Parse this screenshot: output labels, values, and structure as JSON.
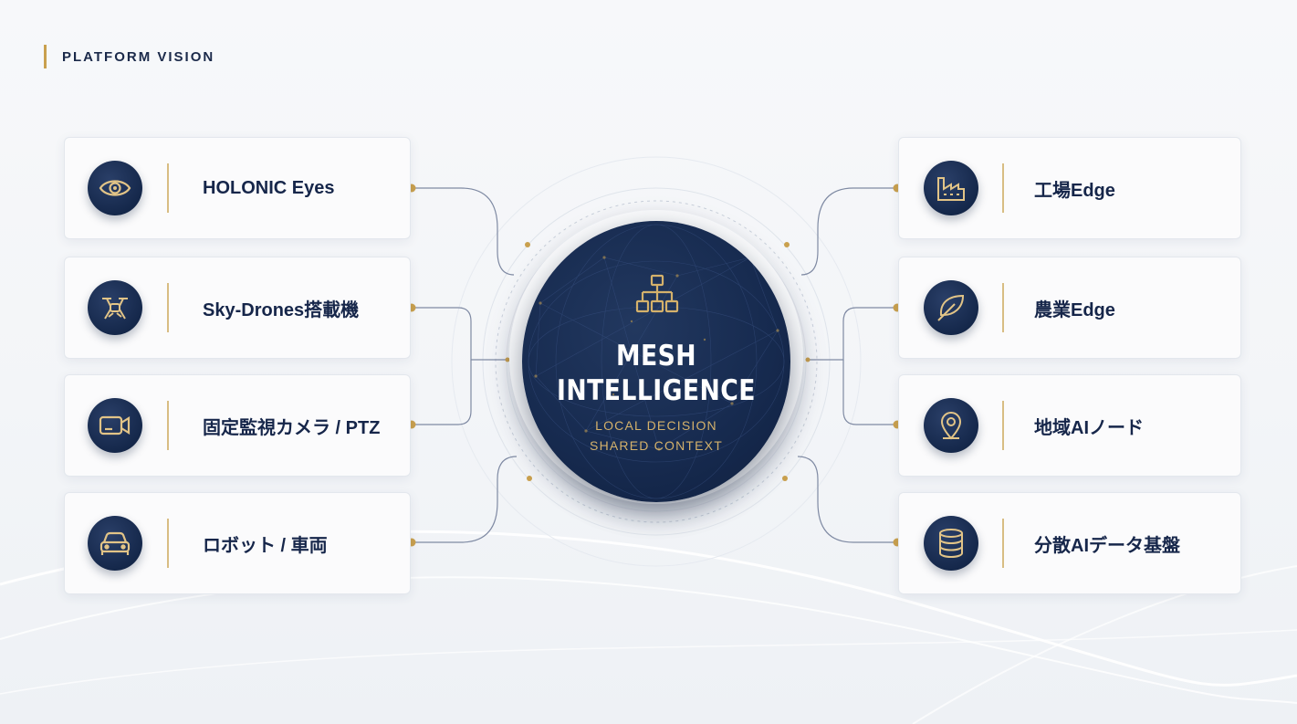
{
  "eyebrow": "PLATFORM VISION",
  "hub": {
    "title_line1": "MESH",
    "title_line2": "INTELLIGENCE",
    "sub_line1": "LOCAL DECISION",
    "sub_line2": "SHARED CONTEXT",
    "icon": "hierarchy-icon"
  },
  "left_nodes": [
    {
      "label": "HOLONIC Eyes",
      "icon": "eye-icon"
    },
    {
      "label": "Sky-Drones搭載機",
      "icon": "drone-icon"
    },
    {
      "label": "固定監視カメラ / PTZ",
      "icon": "camera-icon"
    },
    {
      "label": "ロボット / 車両",
      "icon": "car-icon"
    }
  ],
  "right_nodes": [
    {
      "label": "工場Edge",
      "icon": "factory-icon"
    },
    {
      "label": "農業Edge",
      "icon": "leaf-icon"
    },
    {
      "label": "地域AIノード",
      "icon": "location-pin-icon"
    },
    {
      "label": "分散AIデータ基盤",
      "icon": "database-icon"
    }
  ],
  "colors": {
    "navy": "#16264a",
    "gold": "#c9a04e",
    "background": "#f4f6f9"
  }
}
